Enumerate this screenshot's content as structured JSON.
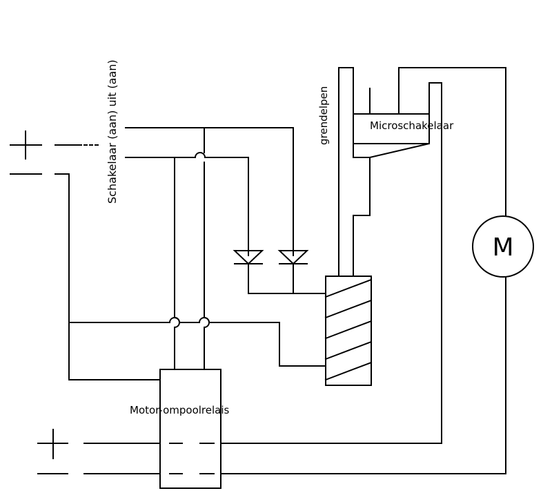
{
  "labels": {
    "switch": "Schakelaar (aan) uit (aan)",
    "bolt": "grendelpen",
    "microswitch": "Microschakelaar",
    "relay": "Motor-ompoolrelais",
    "motor": "M"
  },
  "symbols": {
    "plus": "+",
    "minus": "—"
  },
  "colors": {
    "line": "#000000",
    "background": "#ffffff"
  }
}
